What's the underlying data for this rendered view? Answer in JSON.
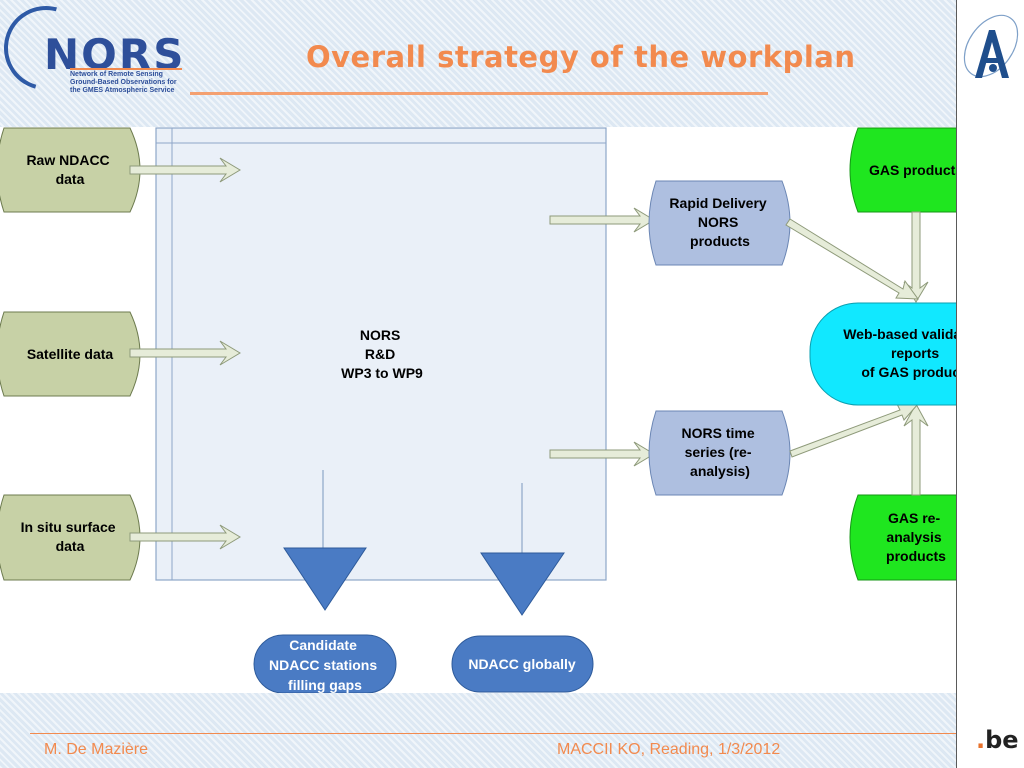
{
  "header": {
    "title": "Overall strategy of the workplan",
    "logo": {
      "name": "NORS",
      "subtitle_lines": [
        "Network of Remote Sensing",
        "Ground-Based Observations for",
        "the GMES Atmospheric Service"
      ]
    }
  },
  "diagram": {
    "inputs": [
      {
        "label_lines": [
          "Raw NDACC",
          "data"
        ]
      },
      {
        "label_lines": [
          "Satellite data"
        ]
      },
      {
        "label_lines": [
          "In situ surface",
          "data"
        ]
      }
    ],
    "center": {
      "label_lines": [
        "NORS",
        "R&D",
        "WP3 to WP9"
      ]
    },
    "outputs_bottom": [
      {
        "label_lines": [
          "Candidate",
          "NDACC stations",
          "filling gaps"
        ]
      },
      {
        "label_lines": [
          "NDACC globally"
        ]
      }
    ],
    "outputs_right": [
      {
        "label_lines": [
          "Rapid Delivery",
          "NORS",
          "products"
        ]
      },
      {
        "label_lines": [
          "NORS time",
          "series (re-",
          "analysis)"
        ]
      }
    ],
    "gas_products": {
      "label_lines": [
        "GAS products"
      ]
    },
    "gas_reanalysis": {
      "label_lines": [
        "GAS re-",
        "analysis",
        "products"
      ]
    },
    "validation": {
      "label_lines": [
        "Web-based validation",
        "reports",
        "of GAS products"
      ]
    },
    "colors": {
      "input_fill": "#c7d1a6",
      "center_fill": "#eaf0f8",
      "blue_box_fill": "#aebfe0",
      "triangle_fill": "#4a7bc4",
      "green_fill": "#1fe61f",
      "cyan_fill": "#11e8ff",
      "arrow_fill": "#e6ecd9"
    }
  },
  "footer": {
    "author": "M. De Mazière",
    "event": "MACCII KO, Reading, 1/3/2012"
  },
  "side": {
    "top_logo_icon": "atmosphere-a-icon",
    "bottom_logo": {
      "prefix": ".",
      "text": "be"
    }
  }
}
